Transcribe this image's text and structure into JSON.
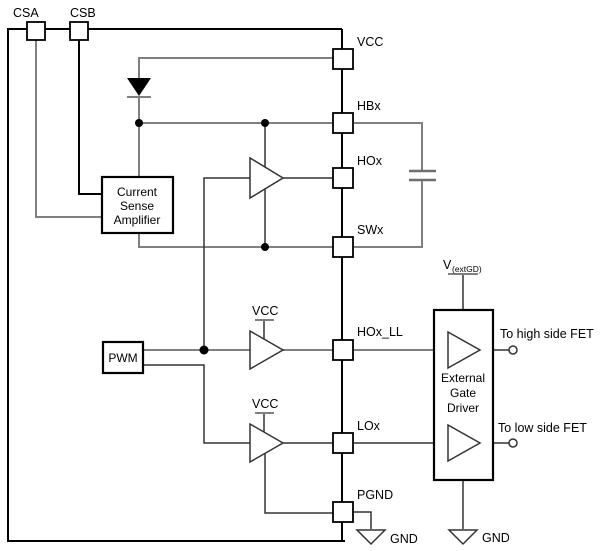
{
  "diagram": {
    "title_context": "Half-bridge gate driver functional block diagram",
    "pins": {
      "csa": "CSA",
      "csb": "CSB",
      "vcc": "VCC",
      "hbx": "HBx",
      "hox": "HOx",
      "swx": "SWx",
      "hox_ll": "HOx_LL",
      "lox": "LOx",
      "pgnd": "PGND"
    },
    "blocks": {
      "current_sense_amplifier": {
        "line1": "Current",
        "line2": "Sense",
        "line3": "Amplifier"
      },
      "pwm": {
        "label": "PWM"
      },
      "external_gate_driver": {
        "line1": "External",
        "line2": "Gate",
        "line3": "Driver"
      }
    },
    "supplies": {
      "vcc_tee_high": "VCC",
      "vcc_tee_low": "VCC",
      "v_extgd_main": "V",
      "v_extgd_sub": "(extGD)",
      "gnd_left": "GND",
      "gnd_right": "GND"
    },
    "annotations": {
      "to_high_side_fet": "To high side FET",
      "to_low_side_fet": "To low side FET"
    },
    "colors": {
      "wire_gray": "#808080",
      "wire_black": "#000000",
      "wire_dark": "#333333",
      "background": "#ffffff"
    }
  }
}
